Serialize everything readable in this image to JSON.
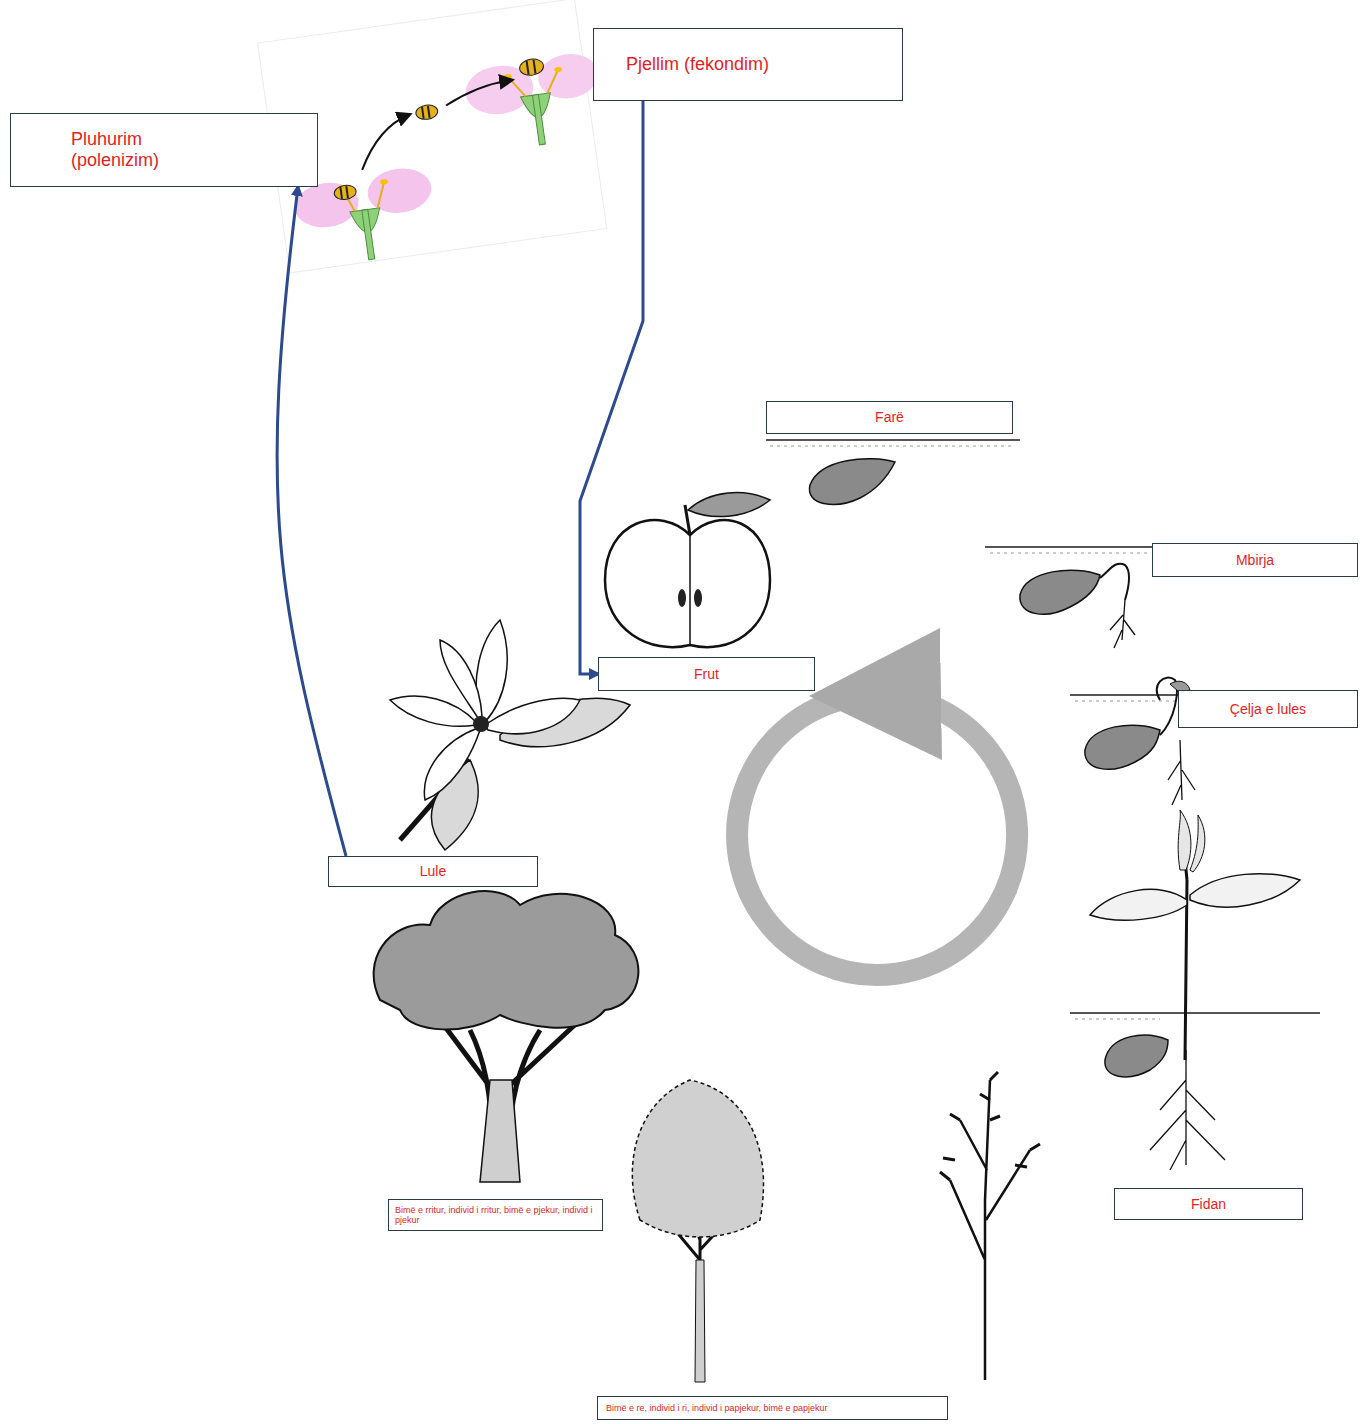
{
  "diagram": {
    "nodes": [
      {
        "text": [
          "Pluhurim (polenizim)"
        ]
      },
      {
        "text": [
          "Pjellim (fekondim)"
        ]
      },
      {
        "text": [
          "Farë"
        ]
      },
      {
        "text": [
          "Mbirja"
        ]
      },
      {
        "text": [
          "Frut"
        ]
      },
      {
        "text": [
          "Çelja e lules"
        ]
      },
      {
        "text": [
          "Lule"
        ]
      },
      {
        "text": [
          "Fidan"
        ]
      },
      {
        "text": [
          "Bimë e rritur, individ i rritur, bimë e pjekur, individ i pjekur"
        ]
      },
      {
        "text": [
          "Bimë e re, individ i ri, individ i papjekur, bimë e papjekur"
        ]
      }
    ],
    "edges": [
      {
        "from": 6,
        "to": 0,
        "arrow": "to"
      },
      {
        "from": 1,
        "to": 4,
        "arrow": "to"
      }
    ]
  }
}
